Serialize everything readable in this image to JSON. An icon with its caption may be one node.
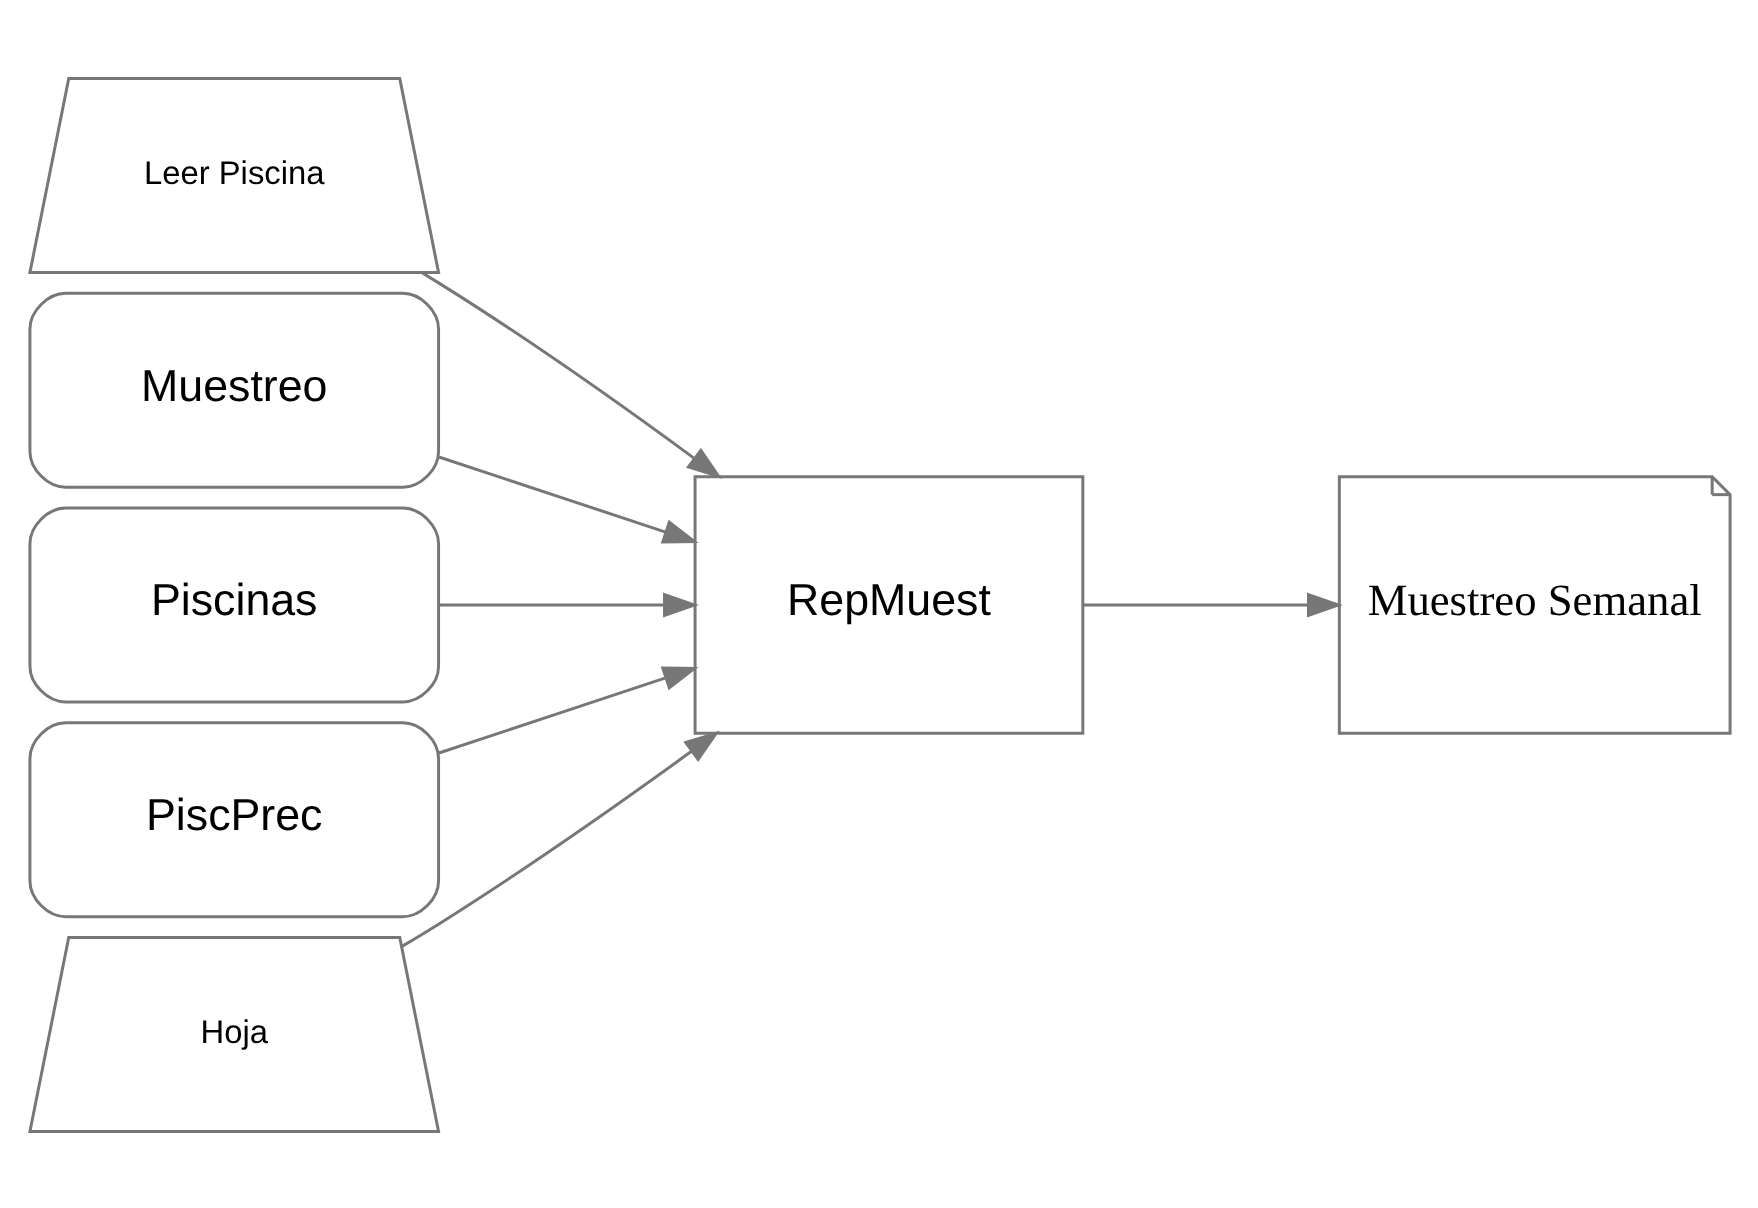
{
  "diagram": {
    "nodes": [
      {
        "text": [
          "Leer Piscina"
        ]
      },
      {
        "text": [
          "Muestreo"
        ]
      },
      {
        "text": [
          "Piscinas"
        ]
      },
      {
        "text": [
          "PiscPrec"
        ]
      },
      {
        "text": [
          "Hoja"
        ]
      },
      {
        "text": [
          "RepMuest"
        ]
      },
      {
        "text": [
          "Muestreo Semanal"
        ]
      }
    ],
    "edges": [
      {
        "from": 0,
        "to": 5,
        "arrow": "to"
      },
      {
        "from": 1,
        "to": 5,
        "arrow": "to"
      },
      {
        "from": 2,
        "to": 5,
        "arrow": "to"
      },
      {
        "from": 3,
        "to": 5,
        "arrow": "to"
      },
      {
        "from": 4,
        "to": 5,
        "arrow": "to"
      },
      {
        "from": 5,
        "to": 6,
        "arrow": "to"
      }
    ]
  }
}
